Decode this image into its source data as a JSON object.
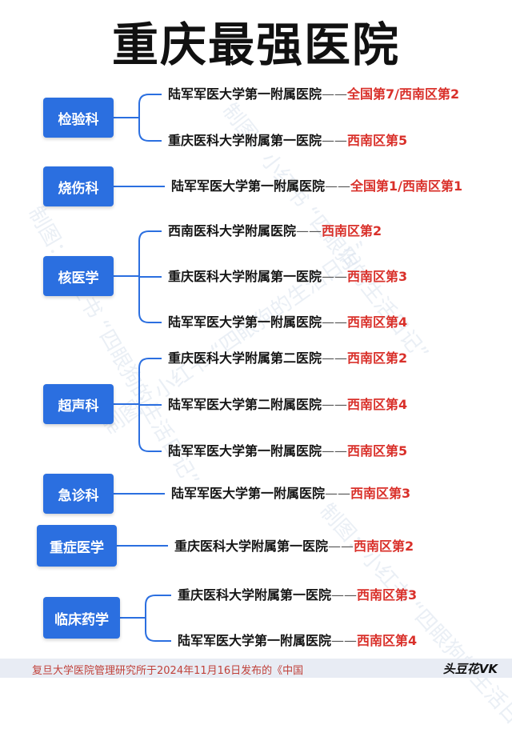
{
  "title": "重庆最强医院",
  "watermark": "制图：小红书 “四眼狗的生活日记”",
  "departments": [
    {
      "name": "检验科",
      "entries": [
        {
          "hospital": "陆军军医大学第一附属医院",
          "sep": "——",
          "rank": "全国第7/西南区第2"
        },
        {
          "hospital": "重庆医科大学附属第一医院",
          "sep": "——",
          "rank": "西南区第5"
        }
      ]
    },
    {
      "name": "烧伤科",
      "entries": [
        {
          "hospital": "陆军军医大学第一附属医院",
          "sep": "——",
          "rank": "全国第1/西南区第1"
        }
      ]
    },
    {
      "name": "核医学",
      "entries": [
        {
          "hospital": "西南医科大学附属医院",
          "sep": "——",
          "rank": "西南区第2"
        },
        {
          "hospital": "重庆医科大学附属第一医院",
          "sep": "——",
          "rank": "西南区第3"
        },
        {
          "hospital": "陆军军医大学第一附属医院",
          "sep": "——",
          "rank": "西南区第4"
        }
      ]
    },
    {
      "name": "超声科",
      "entries": [
        {
          "hospital": "重庆医科大学附属第二医院",
          "sep": "——",
          "rank": "西南区第2"
        },
        {
          "hospital": "陆军军医大学第二附属医院",
          "sep": "——",
          "rank": "西南区第4"
        },
        {
          "hospital": "陆军军医大学第一附属医院",
          "sep": "——",
          "rank": "西南区第5"
        }
      ]
    },
    {
      "name": "急诊科",
      "entries": [
        {
          "hospital": "陆军军医大学第一附属医院",
          "sep": "——",
          "rank": "西南区第3"
        }
      ]
    },
    {
      "name": "重症医学",
      "entries": [
        {
          "hospital": "重庆医科大学附属第一医院",
          "sep": "——",
          "rank": "西南区第2"
        }
      ]
    },
    {
      "name": "临床药学",
      "entries": [
        {
          "hospital": "重庆医科大学附属第一医院",
          "sep": "——",
          "rank": "西南区第3"
        },
        {
          "hospital": "陆军军医大学第一附属医院",
          "sep": "——",
          "rank": "西南区第4"
        }
      ]
    }
  ],
  "footer": {
    "text": "复旦大学医院管理研究所于2024年11月16日发布的《中国",
    "logo": "头豆花VK"
  },
  "colors": {
    "box": "#2b6fe0",
    "line": "#2b6fe0",
    "rank": "#d9302a"
  }
}
